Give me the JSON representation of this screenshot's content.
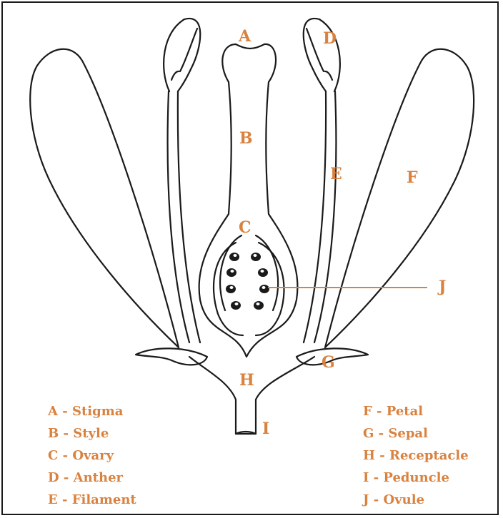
{
  "labels": {
    "A": "A",
    "B": "B",
    "C": "C",
    "D": "D",
    "E": "E",
    "F": "F",
    "G": "G",
    "H": "H",
    "I": "I",
    "J": "J"
  },
  "legend_left": [
    "A - Stigma",
    "B - Style",
    "C - Ovary",
    "D - Anther",
    "E - Filament"
  ],
  "legend_right": [
    "F - Petal",
    "G - Sepal",
    "H - Receptacle",
    "I - Peduncle",
    "J - Ovule"
  ],
  "colors": {
    "label": "#d9823f",
    "outline": "#1a1a1a",
    "pointer": "#d9823f"
  }
}
